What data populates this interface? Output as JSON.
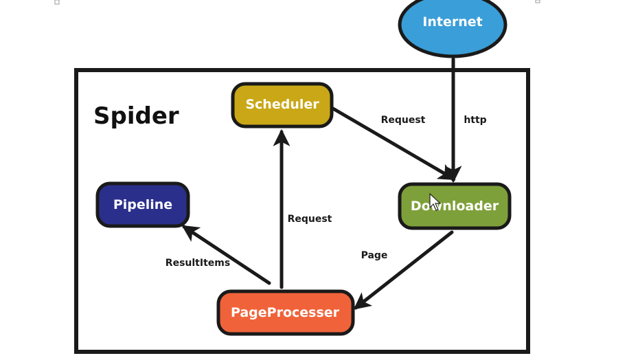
{
  "container": {
    "title": "Spider"
  },
  "nodes": {
    "internet": {
      "label": "Internet",
      "color": "#3a9ed8"
    },
    "scheduler": {
      "label": "Scheduler",
      "color": "#c9a716"
    },
    "downloader": {
      "label": "Downloader",
      "color": "#7ea03a"
    },
    "pipeline": {
      "label": "Pipeline",
      "color": "#2b2f8c"
    },
    "pageprocesser": {
      "label": "PageProcesser",
      "color": "#f0633a"
    }
  },
  "edges": {
    "internet_to_downloader": {
      "label": "http"
    },
    "scheduler_to_downloader": {
      "label": "Request"
    },
    "downloader_to_pageprocesser": {
      "label": "Page"
    },
    "pageprocesser_to_scheduler": {
      "label": "Request"
    },
    "pageprocesser_to_pipeline": {
      "label": "ResultItems"
    }
  },
  "colors": {
    "outline": "#1a1a1a",
    "background": "#ffffff"
  }
}
